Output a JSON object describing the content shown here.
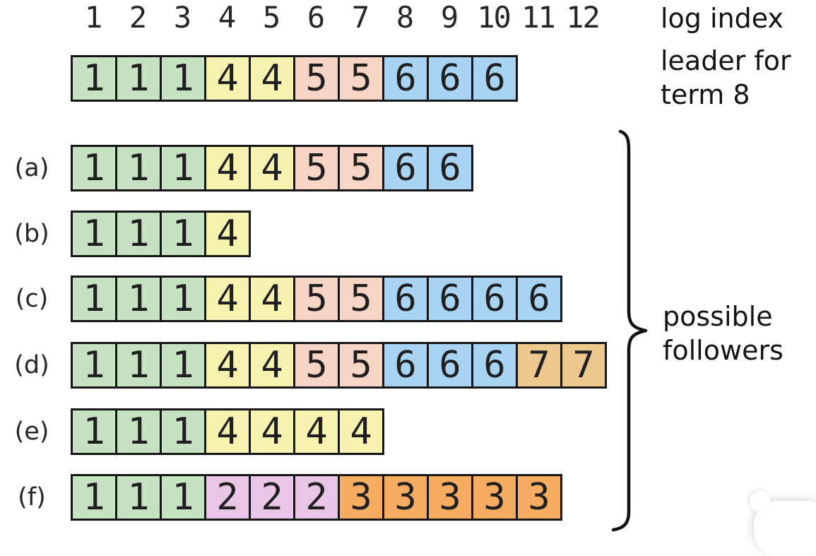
{
  "title": "Raft log replication — possible followers diagram",
  "header": {
    "indices": [
      "1",
      "2",
      "3",
      "4",
      "5",
      "6",
      "7",
      "8",
      "9",
      "10",
      "11",
      "12"
    ],
    "index_label": "log index",
    "leader_caption_line1": "leader for",
    "leader_caption_line2": "term 8"
  },
  "term_colors": {
    "1": "#c6e2c3",
    "2": "#e9c6e7",
    "3": "#f6ad62",
    "4": "#f6f2b0",
    "5": "#f8d4c5",
    "6": "#a9d3f2",
    "7": "#ecc88e"
  },
  "leader_log": {
    "name": "leader",
    "entries": [
      1,
      1,
      1,
      4,
      4,
      5,
      5,
      6,
      6,
      6
    ]
  },
  "followers": [
    {
      "label": "(a)",
      "entries": [
        1,
        1,
        1,
        4,
        4,
        5,
        5,
        6,
        6
      ]
    },
    {
      "label": "(b)",
      "entries": [
        1,
        1,
        1,
        4
      ]
    },
    {
      "label": "(c)",
      "entries": [
        1,
        1,
        1,
        4,
        4,
        5,
        5,
        6,
        6,
        6,
        6
      ]
    },
    {
      "label": "(d)",
      "entries": [
        1,
        1,
        1,
        4,
        4,
        5,
        5,
        6,
        6,
        6,
        7,
        7
      ]
    },
    {
      "label": "(e)",
      "entries": [
        1,
        1,
        1,
        4,
        4,
        4,
        4
      ]
    },
    {
      "label": "(f)",
      "entries": [
        1,
        1,
        1,
        2,
        2,
        2,
        3,
        3,
        3,
        3,
        3
      ]
    }
  ],
  "brace_label_line1": "possible",
  "brace_label_line2": "followers"
}
